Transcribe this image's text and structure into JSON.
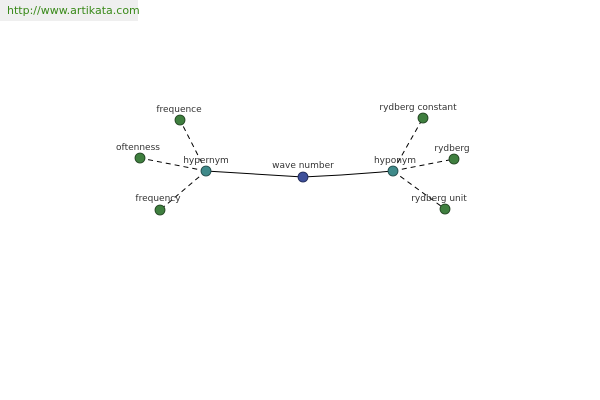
{
  "url": "http://www.artikata.com",
  "colors": {
    "center": "#3d4f9a",
    "relation": "#3f8a8a",
    "leaf": "#3f7f3f",
    "edge": "#000000",
    "url_text": "#3a8a1a"
  },
  "graph": {
    "center": {
      "label": "wave number"
    },
    "hypernym": {
      "label": "hypernym",
      "terms": [
        "frequence",
        "oftenness",
        "frequency"
      ]
    },
    "hyponym": {
      "label": "hyponym",
      "terms": [
        "rydberg constant",
        "rydberg",
        "rydberg unit"
      ]
    }
  }
}
